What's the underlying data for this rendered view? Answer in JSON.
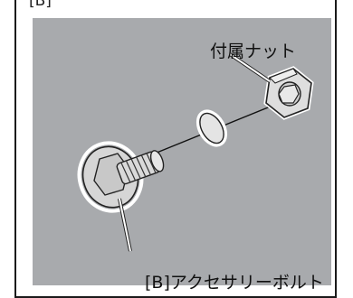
{
  "figure": {
    "top_caption": "[B]",
    "nut_label": "付属ナット",
    "bolt_label": "[B]アクセサリーボルト"
  },
  "parts": {
    "nut": {
      "icon": "hex-nut-icon"
    },
    "washer": {
      "icon": "washer-icon"
    },
    "bolt": {
      "icon": "accessory-bolt-icon"
    }
  },
  "colors": {
    "background": "#a8aaad",
    "metal": "#dcdcdc",
    "outline": "#222222",
    "leader": "#ffffff"
  }
}
